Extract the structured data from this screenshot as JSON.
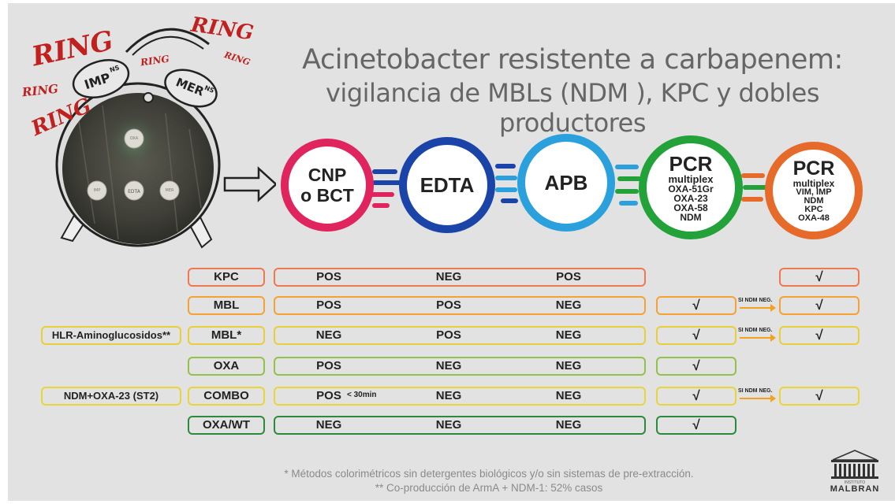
{
  "title": {
    "line1": "Acinetobacter resistente a carbapenem:",
    "line2": "vigilancia de MBLs (NDM ), KPC y dobles productores"
  },
  "ring": {
    "word": "RING",
    "bell_left": "IMP",
    "bell_right": "MER",
    "superscript": "NS",
    "discs": [
      "IMP",
      "EDTA",
      "MER",
      "OXA"
    ]
  },
  "steps": [
    {
      "line1": "CNP",
      "line2": "o BCT",
      "color": "#e0245e"
    },
    {
      "line1": "EDTA",
      "line2": "",
      "color": "#1a44a8"
    },
    {
      "line1": "APB",
      "line2": "",
      "color": "#2aa0dc"
    },
    {
      "line1": "PCR",
      "line2": "multiplex",
      "lines": [
        "OXA-51Gr",
        "OXA-23",
        "OXA-58",
        "NDM"
      ],
      "color": "#23a23a"
    },
    {
      "line1": "PCR",
      "line2": "multiplex",
      "lines": [
        "VIM, IMP",
        "NDM",
        "KPC",
        "OXA-48"
      ],
      "color": "#e66a2a"
    }
  ],
  "rows": [
    {
      "side": "",
      "label": "KPC",
      "cnp": "POS",
      "cnp_note": "",
      "edta": "NEG",
      "apb": "POS",
      "pcr1": "",
      "transition": "",
      "pcr2": "√",
      "color": "#f07850"
    },
    {
      "side": "",
      "label": "MBL",
      "cnp": "POS",
      "cnp_note": "",
      "edta": "POS",
      "apb": "NEG",
      "pcr1": "√",
      "transition": "SI NDM NEG.",
      "pcr2": "√",
      "color": "#f3a233"
    },
    {
      "side": "HLR-Aminoglucosidos**",
      "label": "MBL*",
      "cnp": "NEG",
      "cnp_note": "",
      "edta": "POS",
      "apb": "NEG",
      "pcr1": "√",
      "transition": "SI NDM NEG.",
      "pcr2": "√",
      "color": "#e6cf3a"
    },
    {
      "side": "",
      "label": "OXA",
      "cnp": "POS",
      "cnp_note": "",
      "edta": "NEG",
      "apb": "NEG",
      "pcr1": "√",
      "transition": "",
      "pcr2": "",
      "color": "#93c14b"
    },
    {
      "side": "NDM+OXA-23 (ST2)",
      "label": "COMBO",
      "cnp": "POS",
      "cnp_note": "< 30min",
      "edta": "NEG",
      "apb": "NEG",
      "pcr1": "√",
      "transition": "SI NDM NEG.",
      "pcr2": "√",
      "color": "#e8d53a"
    },
    {
      "side": "",
      "label": "OXA/WT",
      "cnp": "NEG",
      "cnp_note": "",
      "edta": "NEG",
      "apb": "NEG",
      "pcr1": "√",
      "transition": "",
      "pcr2": "",
      "color": "#2c8a3c"
    }
  ],
  "footnotes": [
    "* Métodos colorimétricos sin detergentes biológicos y/o sin sistemas de pre-extracción.",
    "** Co-producción de ArmA + NDM-1: 52% casos"
  ],
  "logo": {
    "name": "MALBRAN",
    "small": "INSTITUTO"
  }
}
